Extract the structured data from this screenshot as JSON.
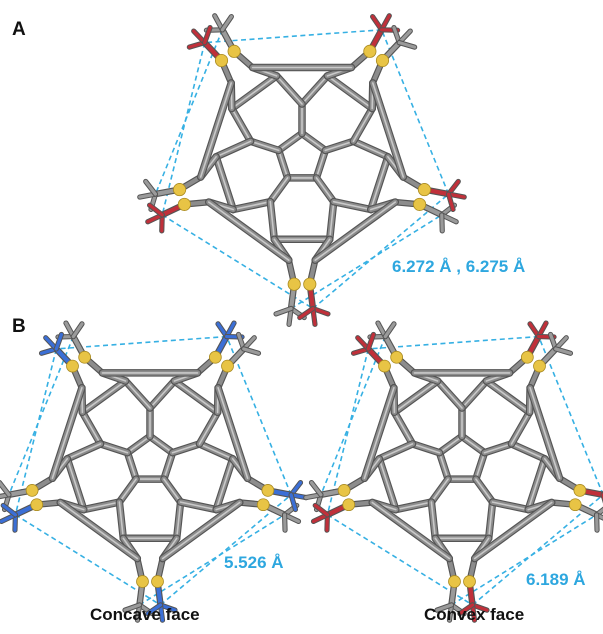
{
  "panels": {
    "a": {
      "label": "A",
      "distance": "6.272 Å , 6.275 Å",
      "methyl_color": "#c0303a"
    },
    "b": {
      "label": "B",
      "left": {
        "distance": "5.526 Å",
        "caption": "Concave face",
        "methyl_color": "#3b6fd6"
      },
      "right": {
        "distance": "6.189 Å",
        "caption": "Convex face",
        "methyl_color": "#c0303a"
      }
    }
  },
  "colors": {
    "carbon": "#8c8c8c",
    "sulfur": "#e8c445",
    "contact_line": "#36b0e3",
    "hydrogen": "#9a9a9a"
  }
}
